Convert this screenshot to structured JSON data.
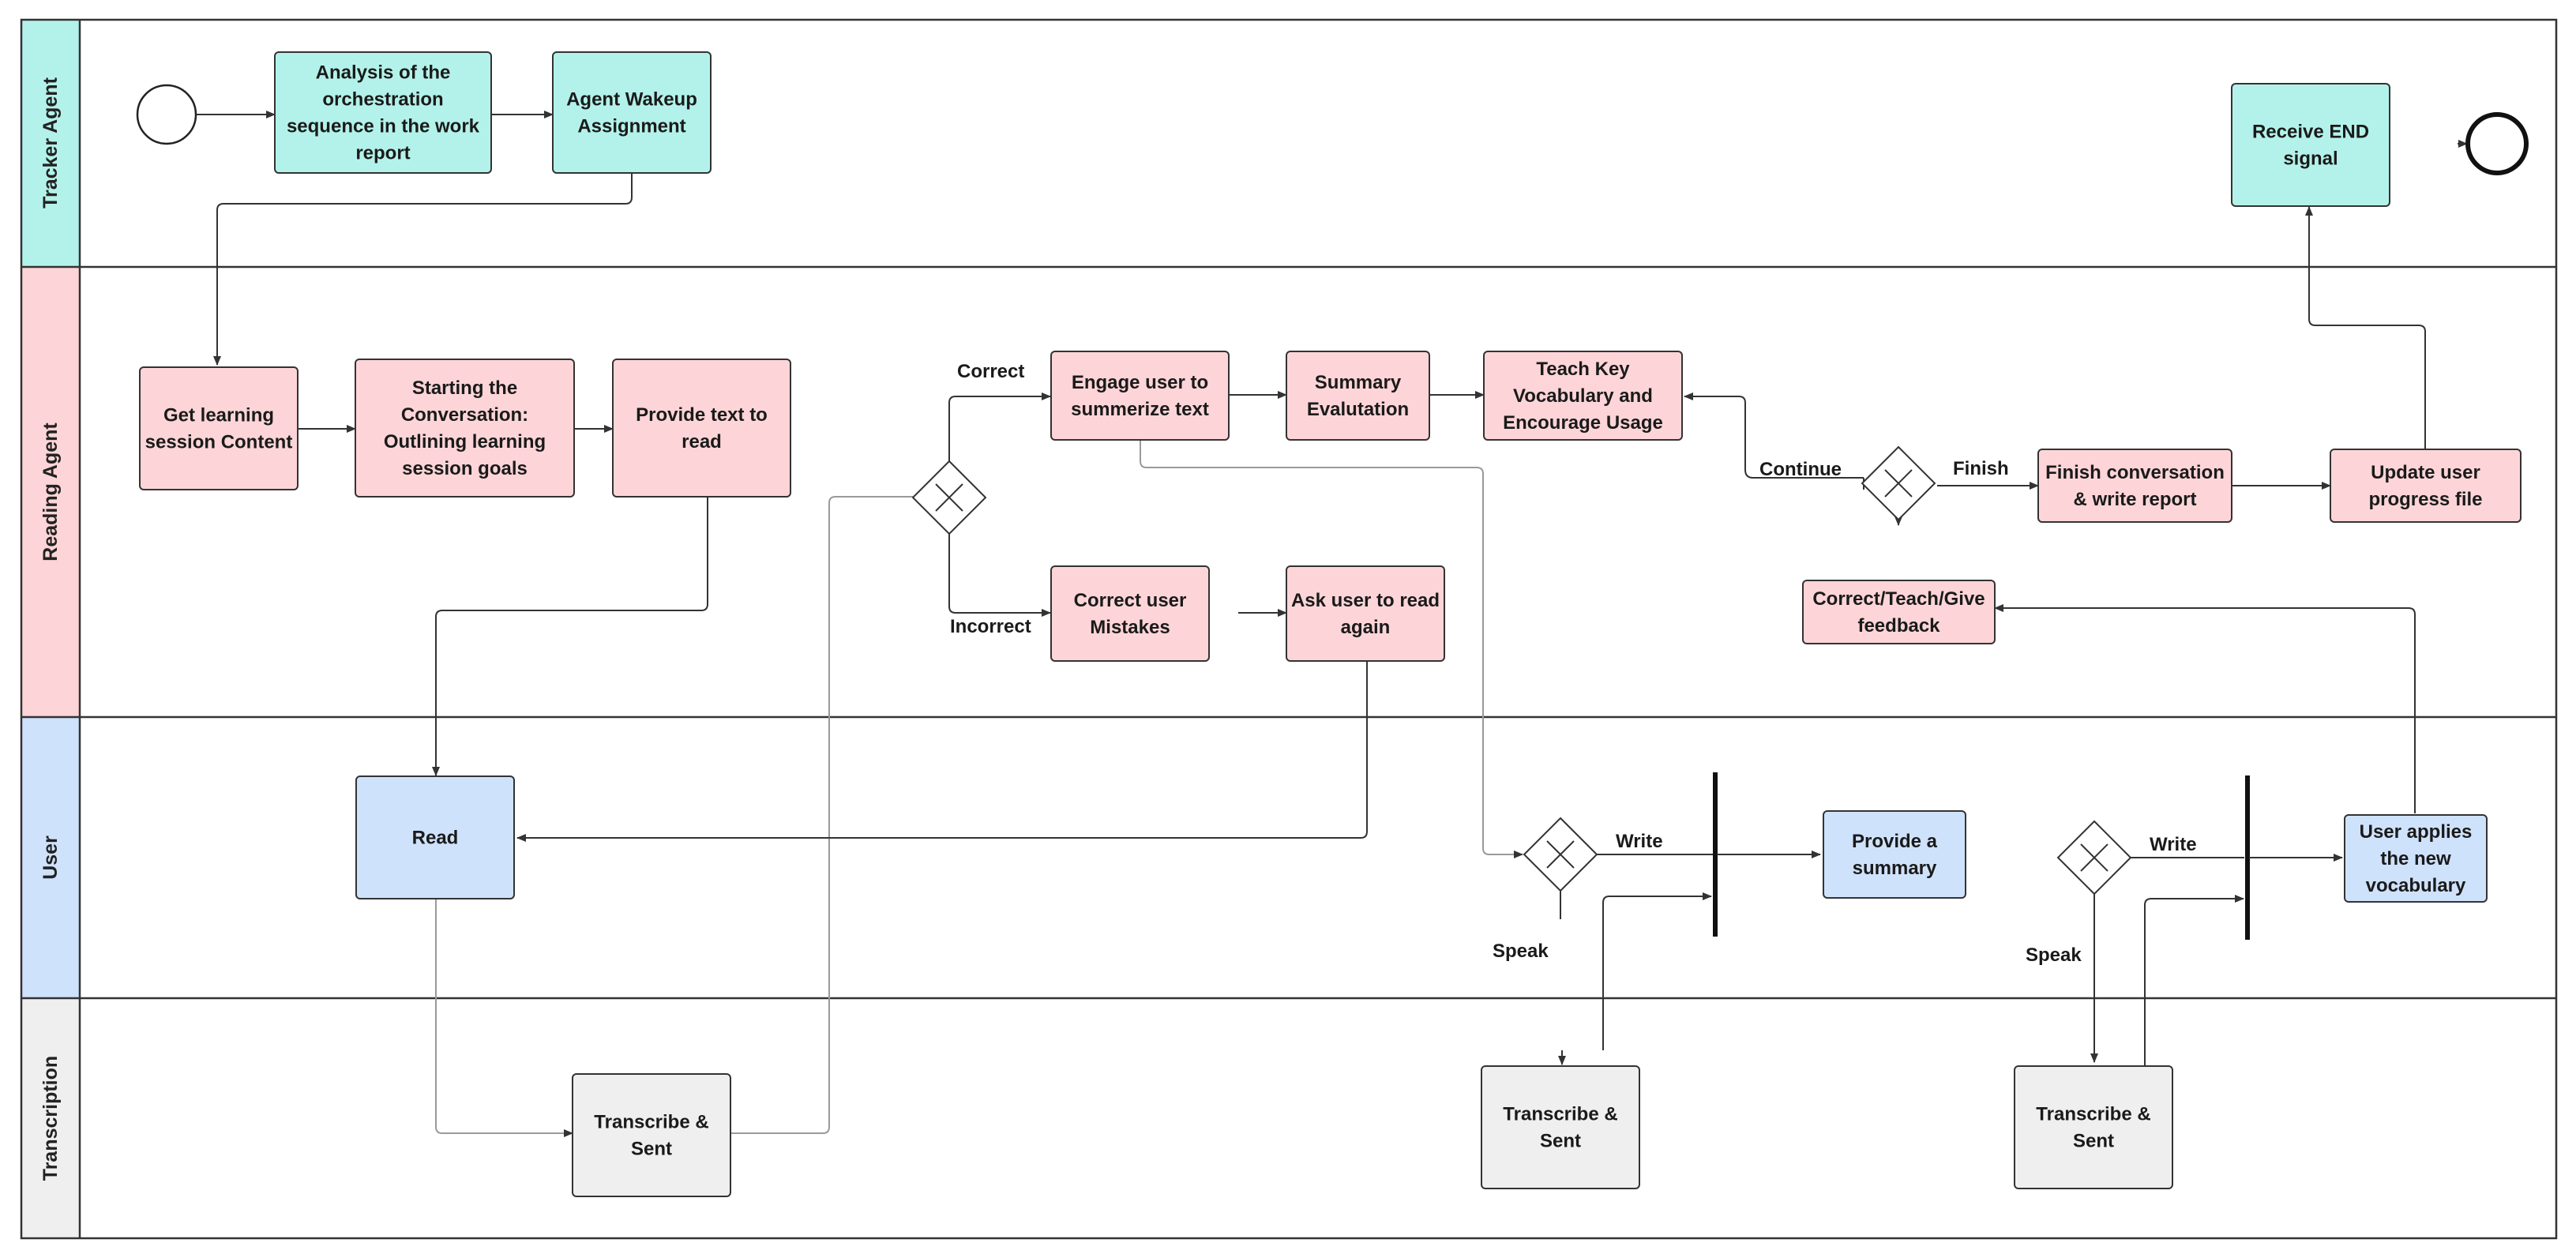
{
  "colors": {
    "tracker": "#b3f2ea",
    "reading": "#fdd5d8",
    "user": "#cfe2fc",
    "transcription": "#efefef",
    "stroke": "#333333"
  },
  "lanes": {
    "tracker": "Tracker Agent",
    "reading": "Reading Agent",
    "user": "User",
    "transcription": "Transcription"
  },
  "nodes": {
    "analysis": [
      "Analysis of the",
      "orchestration",
      "sequence in the work",
      "report"
    ],
    "wakeup": [
      "Agent Wakeup",
      "Assignment"
    ],
    "receive_end": [
      "Receive END",
      "signal"
    ],
    "get_content": [
      "Get learning",
      "session Content"
    ],
    "start_conv": [
      "Starting the",
      "Conversation:",
      "Outlining learning",
      "session goals"
    ],
    "provide_text": [
      "Provide text to",
      "read"
    ],
    "engage": [
      "Engage user to",
      "summerize text"
    ],
    "summary_eval": [
      "Summary",
      "Evalutation"
    ],
    "teach_vocab": [
      "Teach Key",
      "Vocabulary and",
      "Encourage Usage"
    ],
    "finish_conv": [
      "Finish conversation",
      "& write report"
    ],
    "update_progress": [
      "Update user",
      "progress file"
    ],
    "correct_mistakes": [
      "Correct user",
      "Mistakes"
    ],
    "ask_read_again": [
      "Ask user to read",
      "again"
    ],
    "correct_teach": [
      "Correct/Teach/Give",
      "feedback"
    ],
    "read": [
      "Read"
    ],
    "provide_summary": [
      "Provide a",
      "summary"
    ],
    "user_applies": [
      "User applies",
      "the new",
      "vocabulary"
    ],
    "transcribe1": [
      "Transcribe &",
      "Sent"
    ],
    "transcribe2": [
      "Transcribe &",
      "Sent"
    ],
    "transcribe3": [
      "Transcribe &",
      "Sent"
    ]
  },
  "edge_labels": {
    "correct": "Correct",
    "incorrect": "Incorrect",
    "continue": "Continue",
    "finish": "Finish",
    "write1": "Write",
    "speak1": "Speak",
    "write2": "Write",
    "speak2": "Speak"
  }
}
